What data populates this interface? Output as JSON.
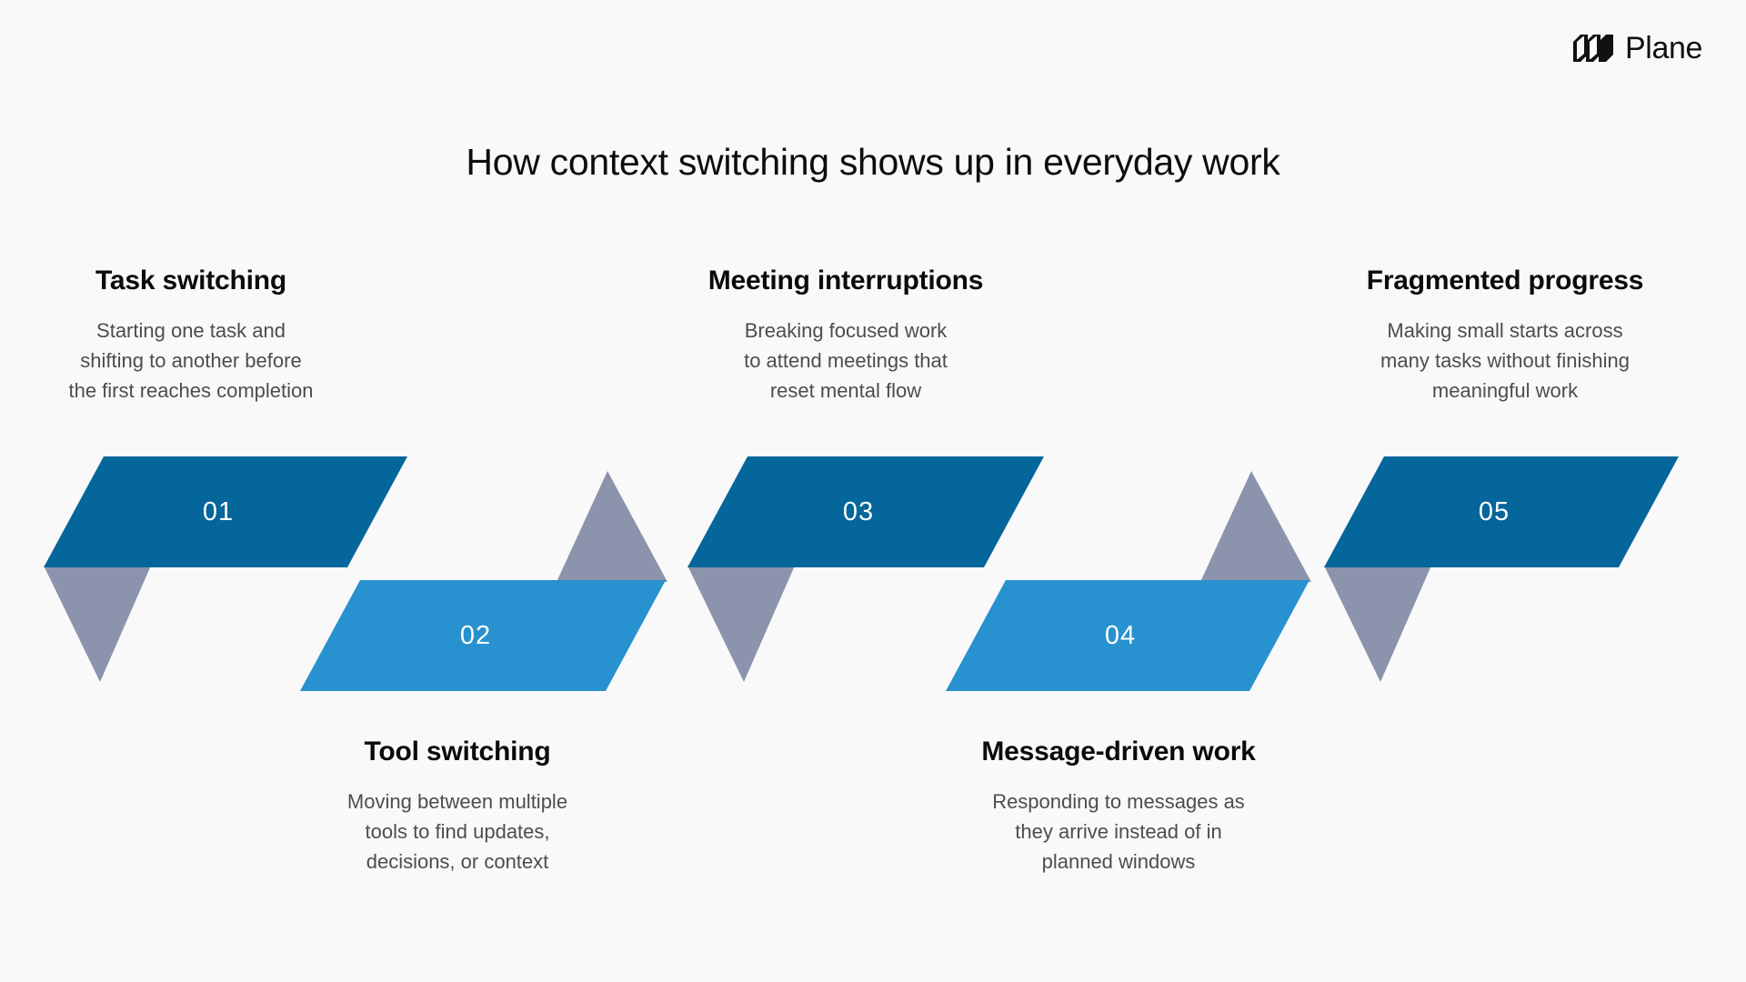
{
  "brand": {
    "name": "Plane",
    "logo_icon": "plane-logo-mark"
  },
  "title": "How context switching shows up in everyday work",
  "colors": {
    "background": "#f9f9f9",
    "dark_blue": "#05669b",
    "light_blue": "#2891cf",
    "gray_accent": "#8c93ad",
    "title_text": "#0d0d0d",
    "body_text": "#4d4d4d",
    "number_text": "#ffffff"
  },
  "chart_data": {
    "type": "diagram",
    "title": "How context switching shows up in everyday work",
    "layout": "zigzag-parallelogram-timeline",
    "steps": [
      {
        "number": "01",
        "title": "Task switching",
        "description": "Starting one task and shifting to another before the first reaches completion",
        "description_lines": [
          "Starting one task and",
          "shifting to another before",
          "the first reaches completion"
        ],
        "band_color": "#05669b",
        "text_position": "above"
      },
      {
        "number": "02",
        "title": "Tool switching",
        "description": "Moving between multiple tools to find updates, decisions, or context",
        "description_lines": [
          "Moving between multiple",
          "tools to find updates,",
          "decisions, or context"
        ],
        "band_color": "#2891cf",
        "text_position": "below"
      },
      {
        "number": "03",
        "title": "Meeting interruptions",
        "description": "Breaking focused work to attend meetings that reset mental flow",
        "description_lines": [
          "Breaking focused work",
          "to attend meetings that",
          "reset mental flow"
        ],
        "band_color": "#05669b",
        "text_position": "above"
      },
      {
        "number": "04",
        "title": "Message-driven work",
        "description": "Responding to messages as they arrive instead of in planned windows",
        "description_lines": [
          "Responding to messages as",
          "they arrive instead of in",
          "planned windows"
        ],
        "band_color": "#2891cf",
        "text_position": "below"
      },
      {
        "number": "05",
        "title": "Fragmented progress",
        "description": "Making small starts across many tasks without finishing meaningful work",
        "description_lines": [
          "Making small starts across",
          "many tasks without finishing",
          "meaningful work"
        ],
        "band_color": "#05669b",
        "text_position": "above"
      }
    ]
  }
}
